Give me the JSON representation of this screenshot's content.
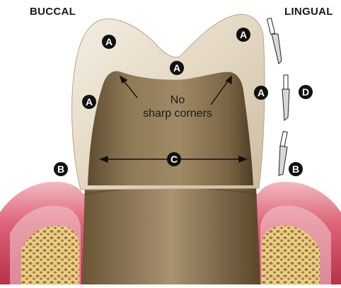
{
  "labels": {
    "buccal": "BUCCAL",
    "lingual": "LINGUAL",
    "note_line1": "No",
    "note_line2": "sharp corners"
  },
  "markers": {
    "A": "A",
    "B": "B",
    "C": "C",
    "D": "D"
  },
  "colors": {
    "enamel": "#e6dccb",
    "dentin": "#8a7552",
    "gingiva": "#d9586e",
    "bone": "#e8cf8c",
    "marker": "#111111"
  }
}
